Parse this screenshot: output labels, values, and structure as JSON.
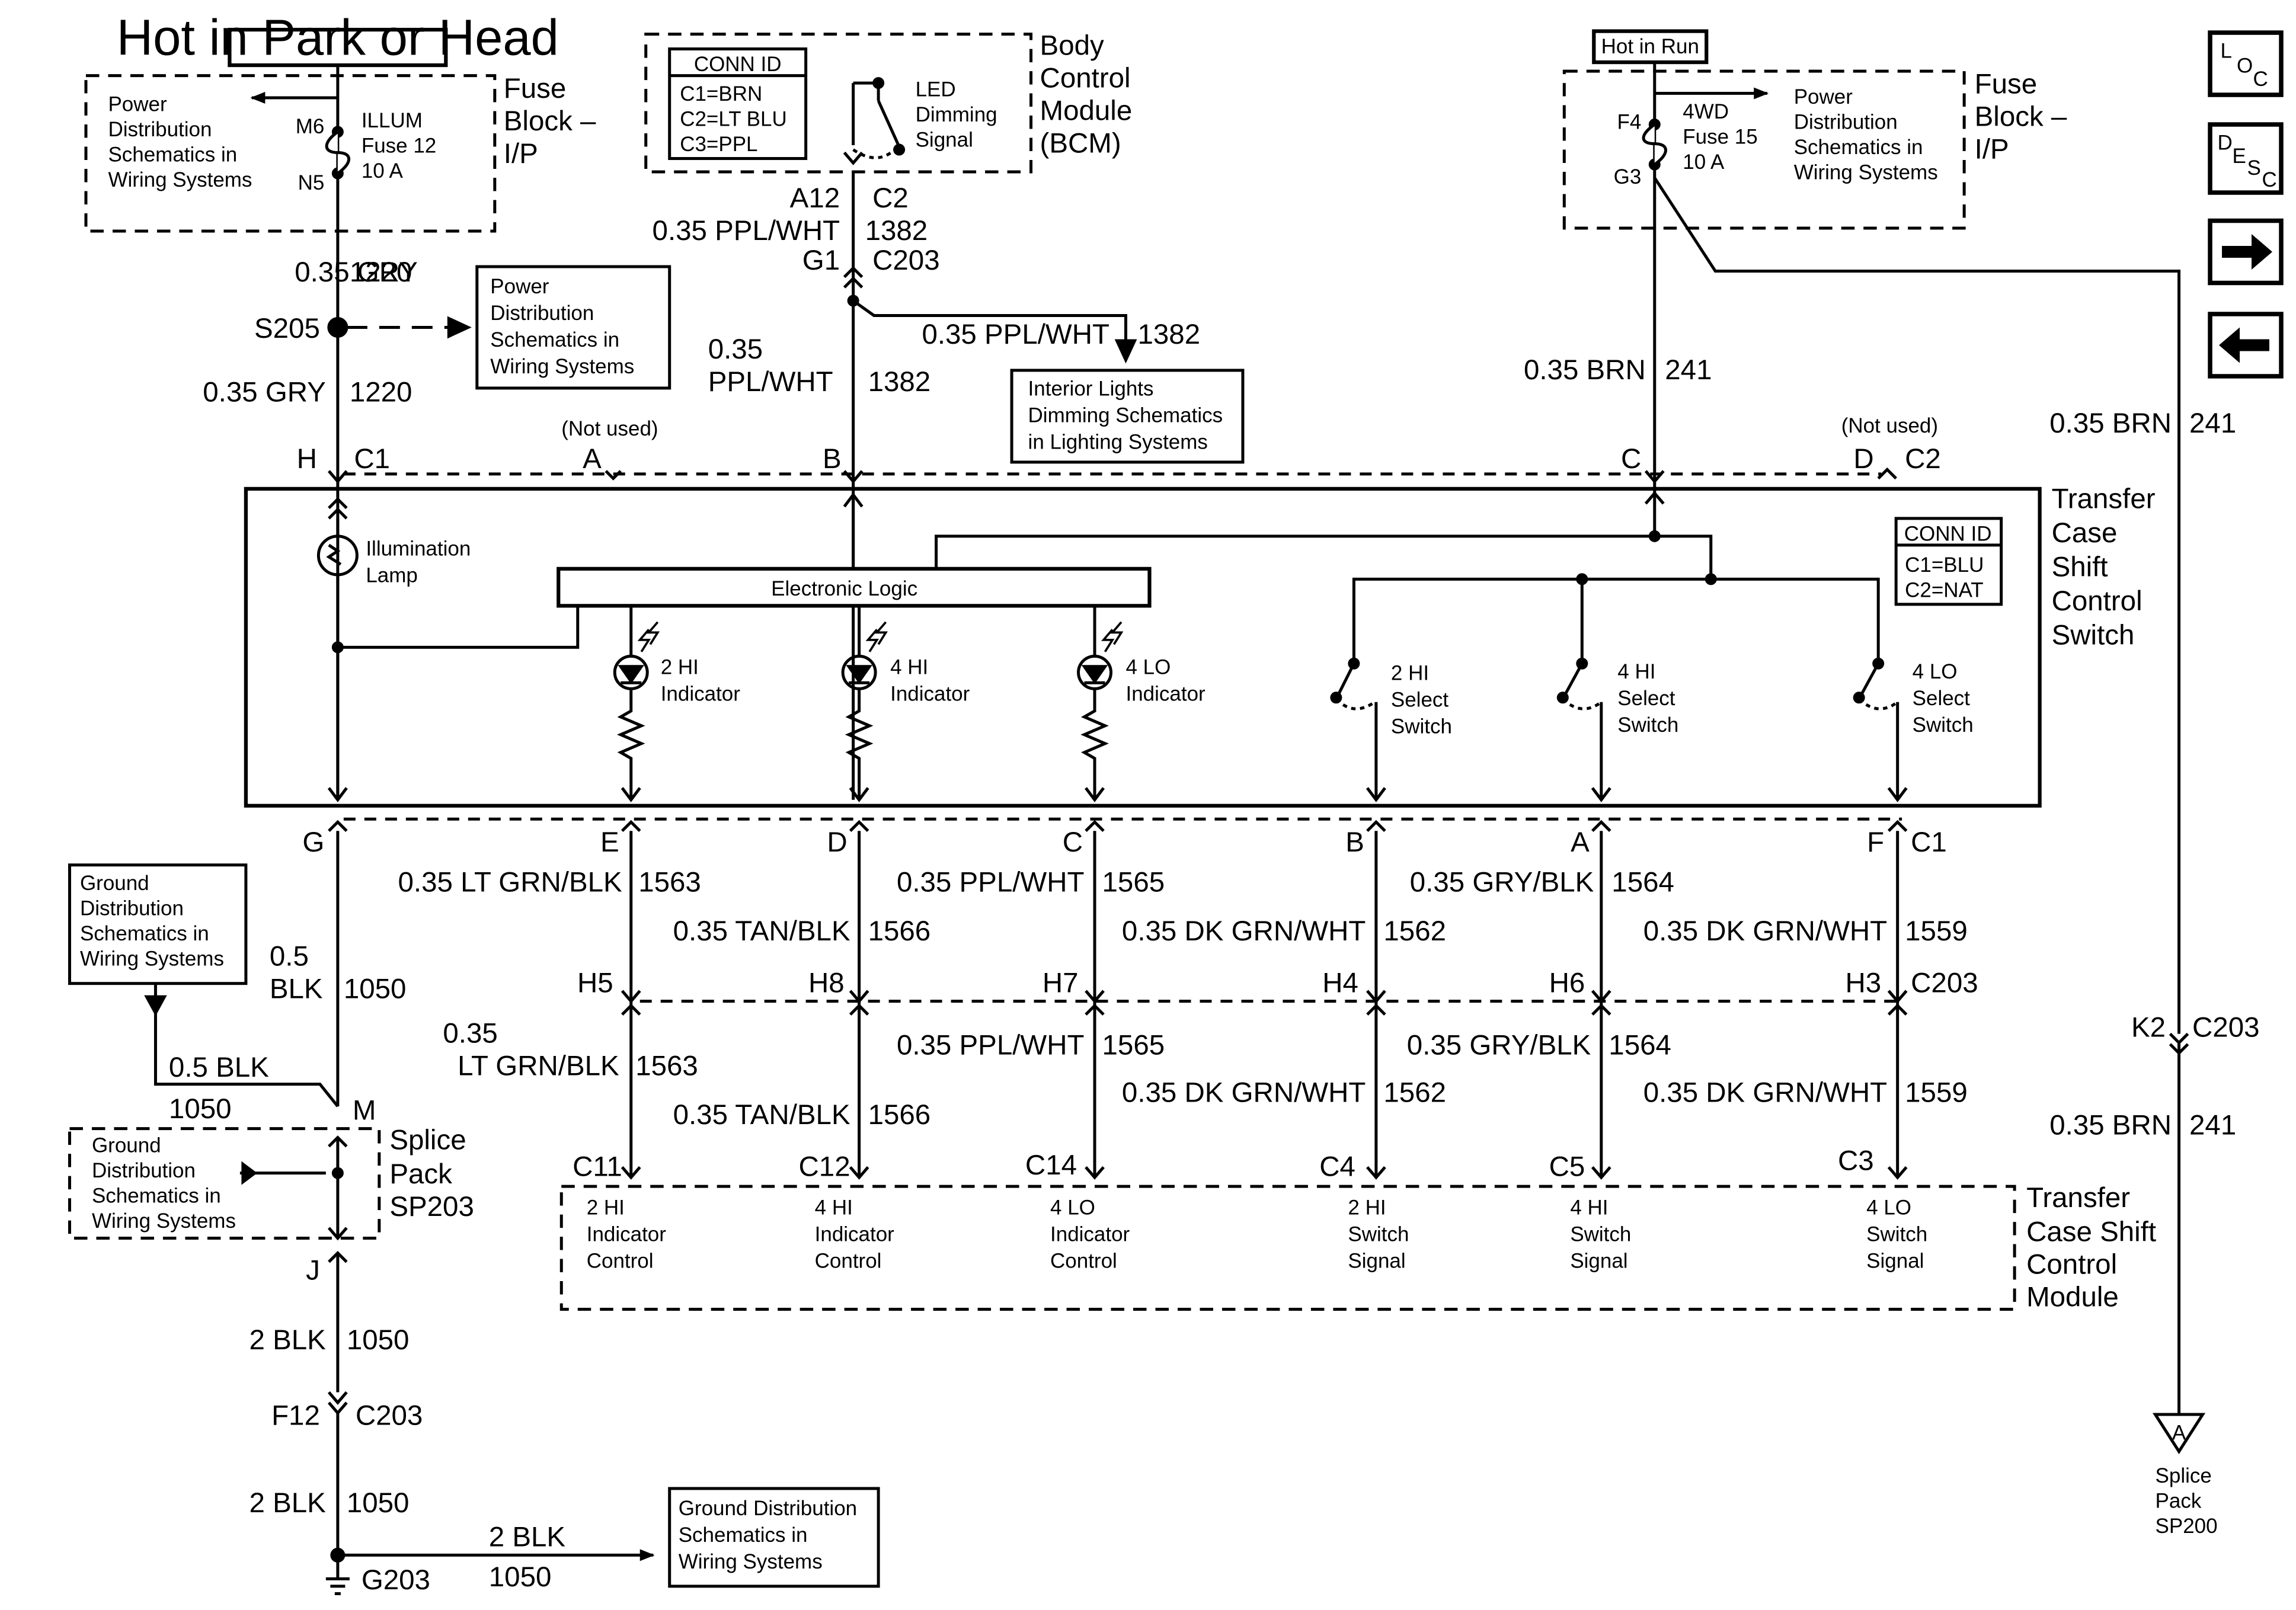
{
  "top_left": {
    "hot_label": "Hot in Park or Head",
    "ref_lines": [
      "Power",
      "Distribution",
      "Schematics in",
      "Wiring Systems"
    ],
    "fuse_name": [
      "ILLUM",
      "Fuse 12",
      "10 A"
    ],
    "pin_in": "M6",
    "pin_out": "N5",
    "block_title": [
      "Fuse",
      "Block –",
      "I/P"
    ]
  },
  "bcm": {
    "conn_id_title": "CONN ID",
    "conn_id_lines": [
      "C1=BRN",
      "C2=LT BLU",
      "C3=PPL"
    ],
    "signal": [
      "LED",
      "Dimming",
      "Signal"
    ],
    "title": [
      "Body",
      "Control",
      "Module",
      "(BCM)"
    ]
  },
  "top_right": {
    "hot_label": "Hot in Run",
    "fuse_name": [
      "4WD",
      "Fuse 15",
      "10 A"
    ],
    "pin_in": "F4",
    "pin_out": "G3",
    "ref_lines": [
      "Power",
      "Distribution",
      "Schematics in",
      "Wiring Systems"
    ],
    "block_title": [
      "Fuse",
      "Block –",
      "I/P"
    ]
  },
  "nav": {
    "loc": [
      "L",
      "O",
      "C"
    ],
    "desc": [
      "D",
      "E",
      "S",
      "C"
    ],
    "forward_icon": "arrow-right",
    "back_icon": "arrow-left"
  },
  "wires_top": {
    "gry_size_1": "0.35 GRY",
    "gry_circuit_1": "1220",
    "splice": "S205",
    "splice_ref": [
      "Power",
      "Distribution",
      "Schematics in",
      "Wiring Systems"
    ],
    "gry_size_2": "0.35 GRY",
    "gry_circuit_2": "1220",
    "bcm_pins": [
      "A12",
      "C2"
    ],
    "bcm_wire": "0.35 PPL/WHT",
    "bcm_circuit": "1382",
    "c203_pin": "G1",
    "c203": "C203",
    "dim_wire": "0.35 PPL/WHT",
    "dim_circuit": "1382",
    "dim_ref": [
      "Interior Lights",
      "Dimming Schematics",
      "in Lighting Systems"
    ],
    "ppl_size": [
      "0.35",
      "PPL/WHT"
    ],
    "ppl_circuit": "1382",
    "brn_wire": "0.35 BRN",
    "brn_circuit": "241",
    "brn_wire_right": "0.35 BRN",
    "brn_circuit_right": "241"
  },
  "switch": {
    "pins_top": [
      "H",
      "C1",
      "A",
      "B",
      "C",
      "D",
      "C2"
    ],
    "not_used": "(Not used)",
    "title": [
      "Transfer",
      "Case",
      "Shift",
      "Control",
      "Switch"
    ],
    "conn_id_title": "CONN ID",
    "conn_id_lines": [
      "C1=BLU",
      "C2=NAT"
    ],
    "lamp": [
      "Illumination",
      "Lamp"
    ],
    "logic": "Electronic Logic",
    "indicators": [
      [
        "2 HI",
        "Indicator"
      ],
      [
        "4 HI",
        "Indicator"
      ],
      [
        "4 LO",
        "Indicator"
      ]
    ],
    "switches": [
      [
        "2 HI",
        "Select",
        "Switch"
      ],
      [
        "4 HI",
        "Select",
        "Switch"
      ],
      [
        "4 LO",
        "Select",
        "Switch"
      ]
    ],
    "pins_bottom": [
      "G",
      "E",
      "D",
      "C",
      "B",
      "A",
      "F",
      "C1"
    ]
  },
  "wires_mid": {
    "row1": [
      {
        "wire": "0.35 LT GRN/BLK",
        "circuit": "1563"
      },
      {
        "wire": "0.35 PPL/WHT",
        "circuit": "1565"
      },
      {
        "wire": "0.35 GRY/BLK",
        "circuit": "1564"
      }
    ],
    "row2": [
      {
        "wire": "0.35 TAN/BLK",
        "circuit": "1566"
      },
      {
        "wire": "0.35 DK GRN/WHT",
        "circuit": "1562"
      },
      {
        "wire": "0.35 DK GRN/WHT",
        "circuit": "1559"
      }
    ],
    "c203_pins": [
      "H5",
      "H8",
      "H7",
      "H4",
      "H6",
      "H3"
    ],
    "c203": "C203",
    "row3": [
      {
        "wire": [
          "0.35",
          "LT GRN/BLK"
        ],
        "circuit": "1563"
      },
      {
        "wire": "0.35 PPL/WHT",
        "circuit": "1565"
      },
      {
        "wire": "0.35 GRY/BLK",
        "circuit": "1564"
      }
    ],
    "row4": [
      {
        "wire": "0.35 TAN/BLK",
        "circuit": "1566"
      },
      {
        "wire": "0.35 DK GRN/WHT",
        "circuit": "1562"
      },
      {
        "wire": "0.35 DK GRN/WHT",
        "circuit": "1559"
      }
    ],
    "k2_pin": "K2",
    "k2_conn": "C203",
    "brn_wire": "0.35 BRN",
    "brn_circuit": "241"
  },
  "ground": {
    "ref_top": [
      "Ground",
      "Distribution",
      "Schematics in",
      "Wiring Systems"
    ],
    "blk_size": [
      "0.5",
      "BLK"
    ],
    "blk_circuit": "1050",
    "branch_wire": "0.5 BLK",
    "branch_circuit": "1050",
    "splice_pin_in": "M",
    "splice_pin_out": "J",
    "splice_ref": [
      "Ground",
      "Distribution",
      "Schematics in",
      "Wiring Systems"
    ],
    "splice_title": [
      "Splice",
      "Pack",
      "SP203"
    ],
    "w1": "2 BLK",
    "c1": "1050",
    "f12": "F12",
    "c203": "C203",
    "w2": "2 BLK",
    "c2": "1050",
    "w3": "2 BLK",
    "c3": "1050",
    "ground_point": "G203",
    "ref_bottom": [
      "Ground Distribution",
      "Schematics in",
      "Wiring Systems"
    ]
  },
  "module": {
    "pins": [
      "C11",
      "C12",
      "C14",
      "C4",
      "C5",
      "C3"
    ],
    "terminals": [
      [
        "2 HI",
        "Indicator",
        "Control"
      ],
      [
        "4 HI",
        "Indicator",
        "Control"
      ],
      [
        "4 LO",
        "Indicator",
        "Control"
      ],
      [
        "2 HI",
        "Switch",
        "Signal"
      ],
      [
        "4 HI",
        "Switch",
        "Signal"
      ],
      [
        "4 LO",
        "Switch",
        "Signal"
      ]
    ],
    "title": [
      "Transfer",
      "Case Shift",
      "Control",
      "Module"
    ]
  },
  "splice_pack": {
    "letter": "A",
    "label": [
      "Splice",
      "Pack",
      "SP200"
    ]
  }
}
